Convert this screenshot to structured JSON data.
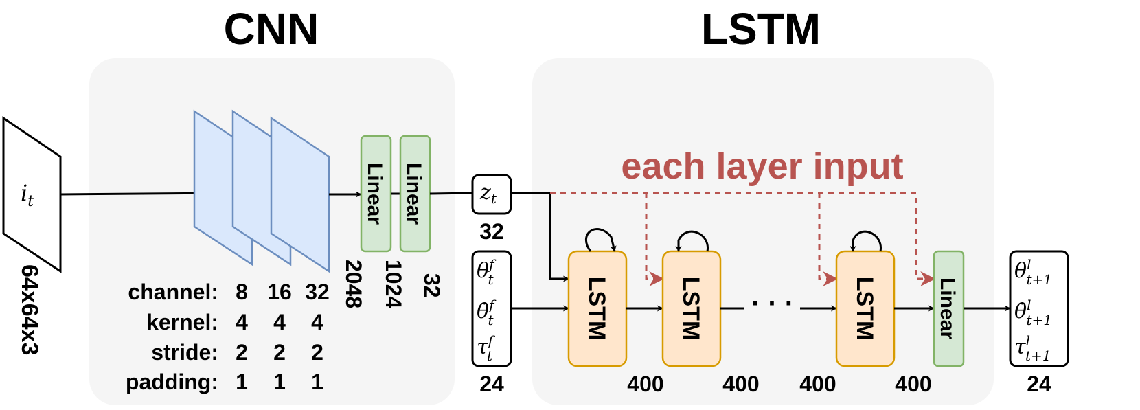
{
  "titles": {
    "cnn": "CNN",
    "lstm": "LSTM"
  },
  "input": {
    "symbol_base": "i",
    "symbol_sub": "t",
    "size": "64x64x3"
  },
  "cnn": {
    "rows": [
      {
        "label": "channel:",
        "values": [
          "8",
          "16",
          "32"
        ]
      },
      {
        "label": "kernel:",
        "values": [
          "4",
          "4",
          "4"
        ]
      },
      {
        "label": "stride:",
        "values": [
          "2",
          "2",
          "2"
        ]
      },
      {
        "label": "padding:",
        "values": [
          "1",
          "1",
          "1"
        ]
      }
    ],
    "linear_label": "Linear",
    "dims": {
      "flat": "2048",
      "linear1": "1024",
      "linear2": "32"
    }
  },
  "latent": {
    "base": "z",
    "sub": "t",
    "dim": "32"
  },
  "state_in": {
    "lines": [
      {
        "base": "θ",
        "sup": "f",
        "sub": "t"
      },
      {
        "base": "θ̇",
        "sup": "f",
        "sub": "t"
      },
      {
        "base": "τ",
        "sup": "f",
        "sub": "t"
      }
    ],
    "dim": "24"
  },
  "lstm": {
    "cell_label": "LSTM",
    "linear_label": "Linear",
    "hidden_dims": [
      "400",
      "400",
      "400",
      "400"
    ],
    "dots": "· · ·",
    "each_layer_label": "each layer input",
    "colors": {
      "red": "#b85450",
      "cell_fill": "#ffe6cc",
      "cell_stroke": "#d79b00"
    }
  },
  "state_out": {
    "lines": [
      {
        "base": "θ",
        "sup": "l",
        "sub": "t+1"
      },
      {
        "base": "θ̇",
        "sup": "l",
        "sub": "t+1"
      },
      {
        "base": "τ",
        "sup": "l",
        "sub": "t+1"
      }
    ],
    "dim": "24"
  },
  "colors": {
    "panel_fill": "#f5f5f5",
    "conv_fill": "#dae8fc",
    "conv_stroke": "#6c8ebf",
    "linear_fill": "#d5e8d4",
    "linear_stroke": "#82b366"
  }
}
